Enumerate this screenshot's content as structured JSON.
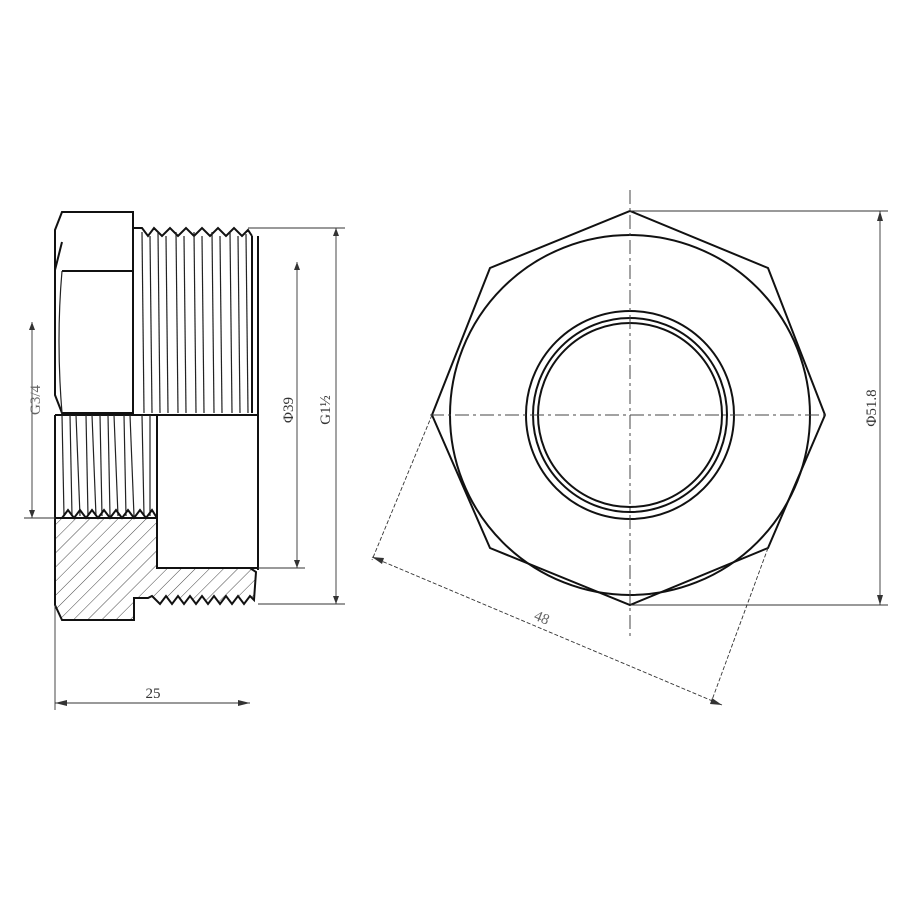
{
  "drawing": {
    "title": "Hex reducing bush technical drawing",
    "views": [
      "side-section-view",
      "front-view"
    ]
  },
  "side_view": {
    "dimensions": {
      "inner_thread": "G3/4",
      "bore_diameter": "Φ39",
      "outer_thread": "G1½",
      "length": "25"
    }
  },
  "front_view": {
    "dimensions": {
      "across_corners": "Φ51.8",
      "across_flats": "48"
    }
  },
  "colors": {
    "line": "#111111",
    "dimension": "#333333",
    "background": "#ffffff"
  }
}
